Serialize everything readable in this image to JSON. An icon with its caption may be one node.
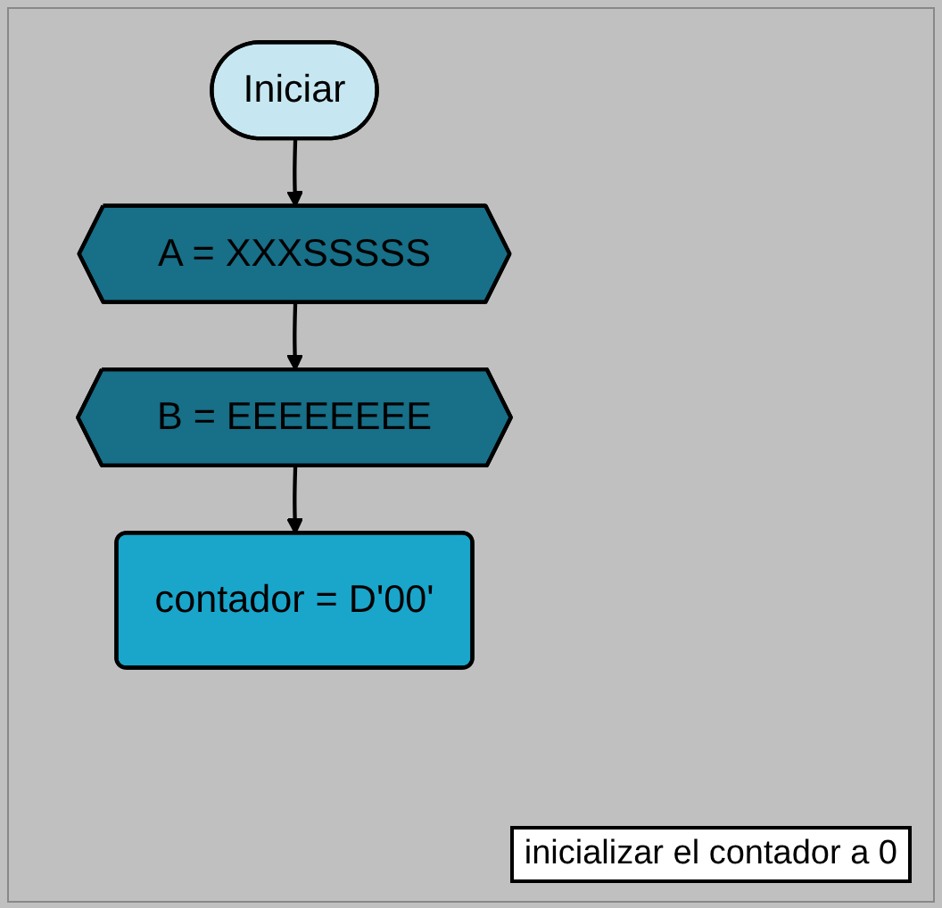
{
  "diagram": {
    "nodes": [
      {
        "text": [
          "Iniciar"
        ]
      },
      {
        "text": [
          "A = XXXSSSSS"
        ]
      },
      {
        "text": [
          "B = EEEEEEEE"
        ]
      },
      {
        "text": [
          "contador = D'00'"
        ]
      }
    ],
    "edges": [
      {
        "from": 0,
        "to": 1,
        "arrow": "to"
      },
      {
        "from": 1,
        "to": 2,
        "arrow": "to"
      },
      {
        "from": 2,
        "to": 3,
        "arrow": "to"
      }
    ],
    "labels": [
      "inicializar el contador a 0"
    ]
  }
}
